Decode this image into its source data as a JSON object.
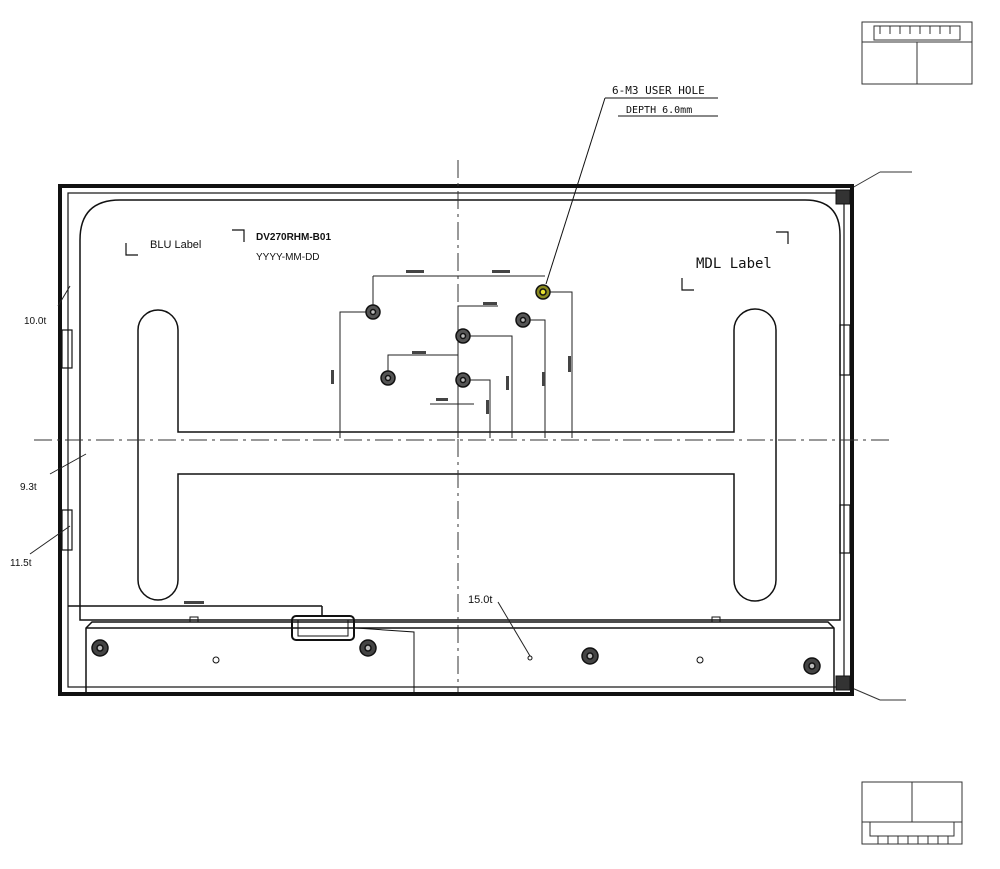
{
  "drawing": {
    "callout_hole_line1": "6-M3 USER HOLE",
    "callout_hole_line2": "DEPTH 6.0mm",
    "blu_label": "BLU Label",
    "model_code": "DV270RHM-B01",
    "date_code": "YYYY-MM-DD",
    "mdl_label": "MDL Label",
    "thickness_top_left": "10.0t",
    "thickness_mid_left": "9.3t",
    "thickness_low_left": "11.5t",
    "thickness_bottom": "15.0t"
  }
}
